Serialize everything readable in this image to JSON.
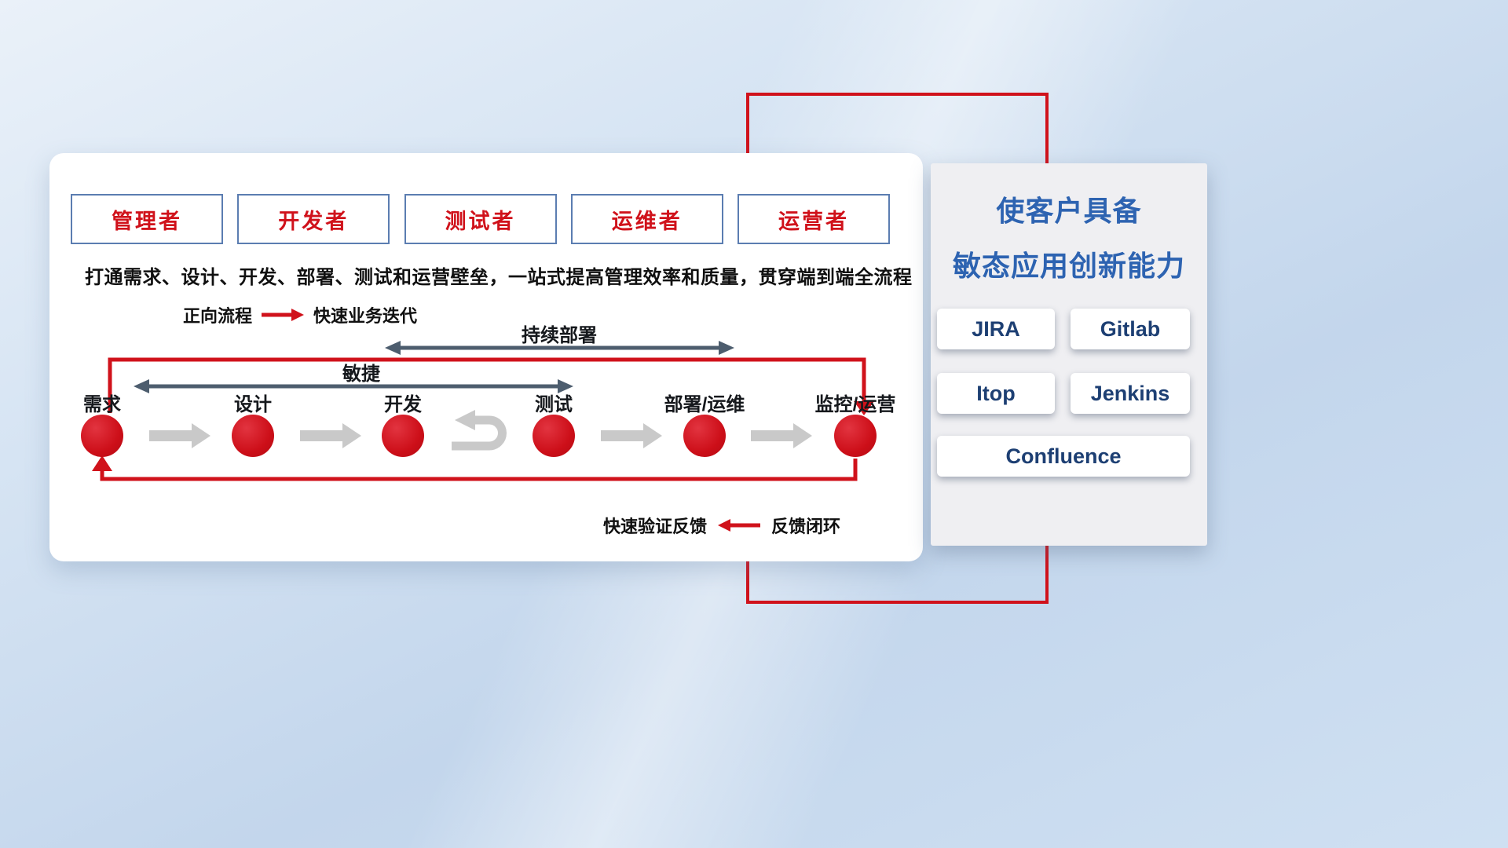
{
  "colors": {
    "accent_red": "#d0121b",
    "role_border_blue": "#5b7db1",
    "title_blue": "#2d63b1",
    "dark_arrow": "#4d5d6e",
    "gray_arrow": "#c9c9c9"
  },
  "roles": [
    "管理者",
    "开发者",
    "测试者",
    "运维者",
    "运营者"
  ],
  "subtitle": "打通需求、设计、开发、部署、测试和运营壁垒，一站式提高管理效率和质量，贯穿端到端全流程",
  "legend_forward": {
    "label": "正向流程",
    "value": "快速业务迭代"
  },
  "spans": {
    "continuous_deploy": "持续部署",
    "agile": "敏捷"
  },
  "stages": [
    "需求",
    "设计",
    "开发",
    "测试",
    "部署/运维",
    "监控/运营"
  ],
  "legend_feedback": {
    "label": "快速验证反馈",
    "value": "反馈闭环"
  },
  "side_panel": {
    "title_line1": "使客户具备",
    "title_line2": "敏态应用创新能力",
    "tools": [
      "JIRA",
      "Gitlab",
      "Itop",
      "Jenkins",
      "Confluence"
    ]
  }
}
